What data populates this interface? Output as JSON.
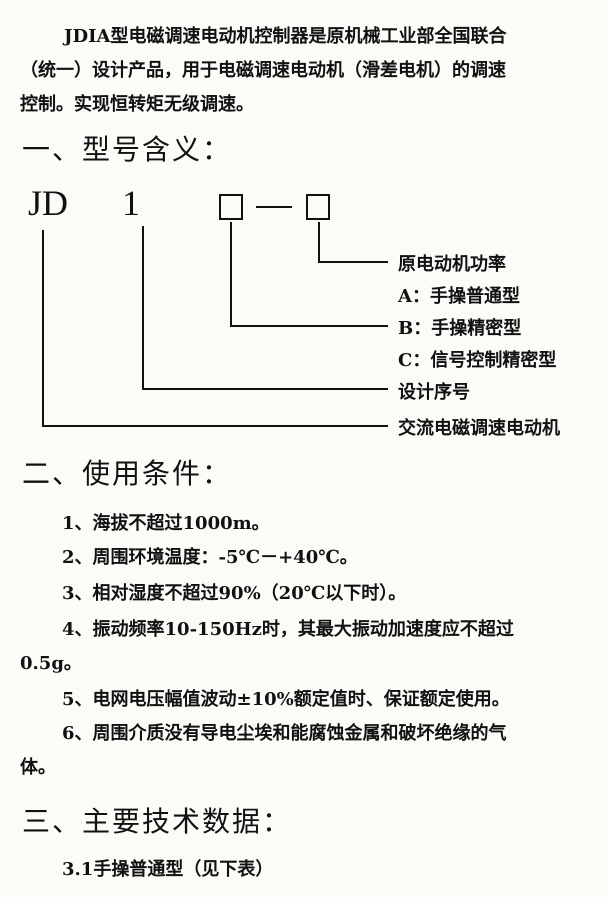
{
  "intro": {
    "line1": "JDIA型电磁调速电动机控制器是原机械工业部全国联合",
    "line2": "（统一）设计产品，用于电磁调速电动机（滑差电机）的调速",
    "line3": "控制。实现恒转矩无级调速。"
  },
  "section1": {
    "title": "一、型号含义：",
    "code_jd": "JD",
    "code_1": "1",
    "labels": {
      "power": "原电动机功率",
      "a": "A：手操普通型",
      "b": "B：手操精密型",
      "c": "C：信号控制精密型",
      "design": "设计序号",
      "ac": "交流电磁调速电动机"
    }
  },
  "section2": {
    "title": "二、使用条件：",
    "items": [
      "1、海拔不超过1000m。",
      "2、周围环境温度：-5℃－+40℃。",
      "3、相对湿度不超过90%（20℃以下时）。",
      "4、振动频率10-150Hz时，其最大振动加速度应不超过",
      "0.5g。",
      "5、电网电压幅值波动±10%额定值时、保证额定使用。",
      "6、周围介质没有导电尘埃和能腐蚀金属和破坏绝缘的气",
      "体。"
    ]
  },
  "section3": {
    "title": "三、主要技术数据：",
    "sub": "3.1手操普通型（见下表）"
  }
}
